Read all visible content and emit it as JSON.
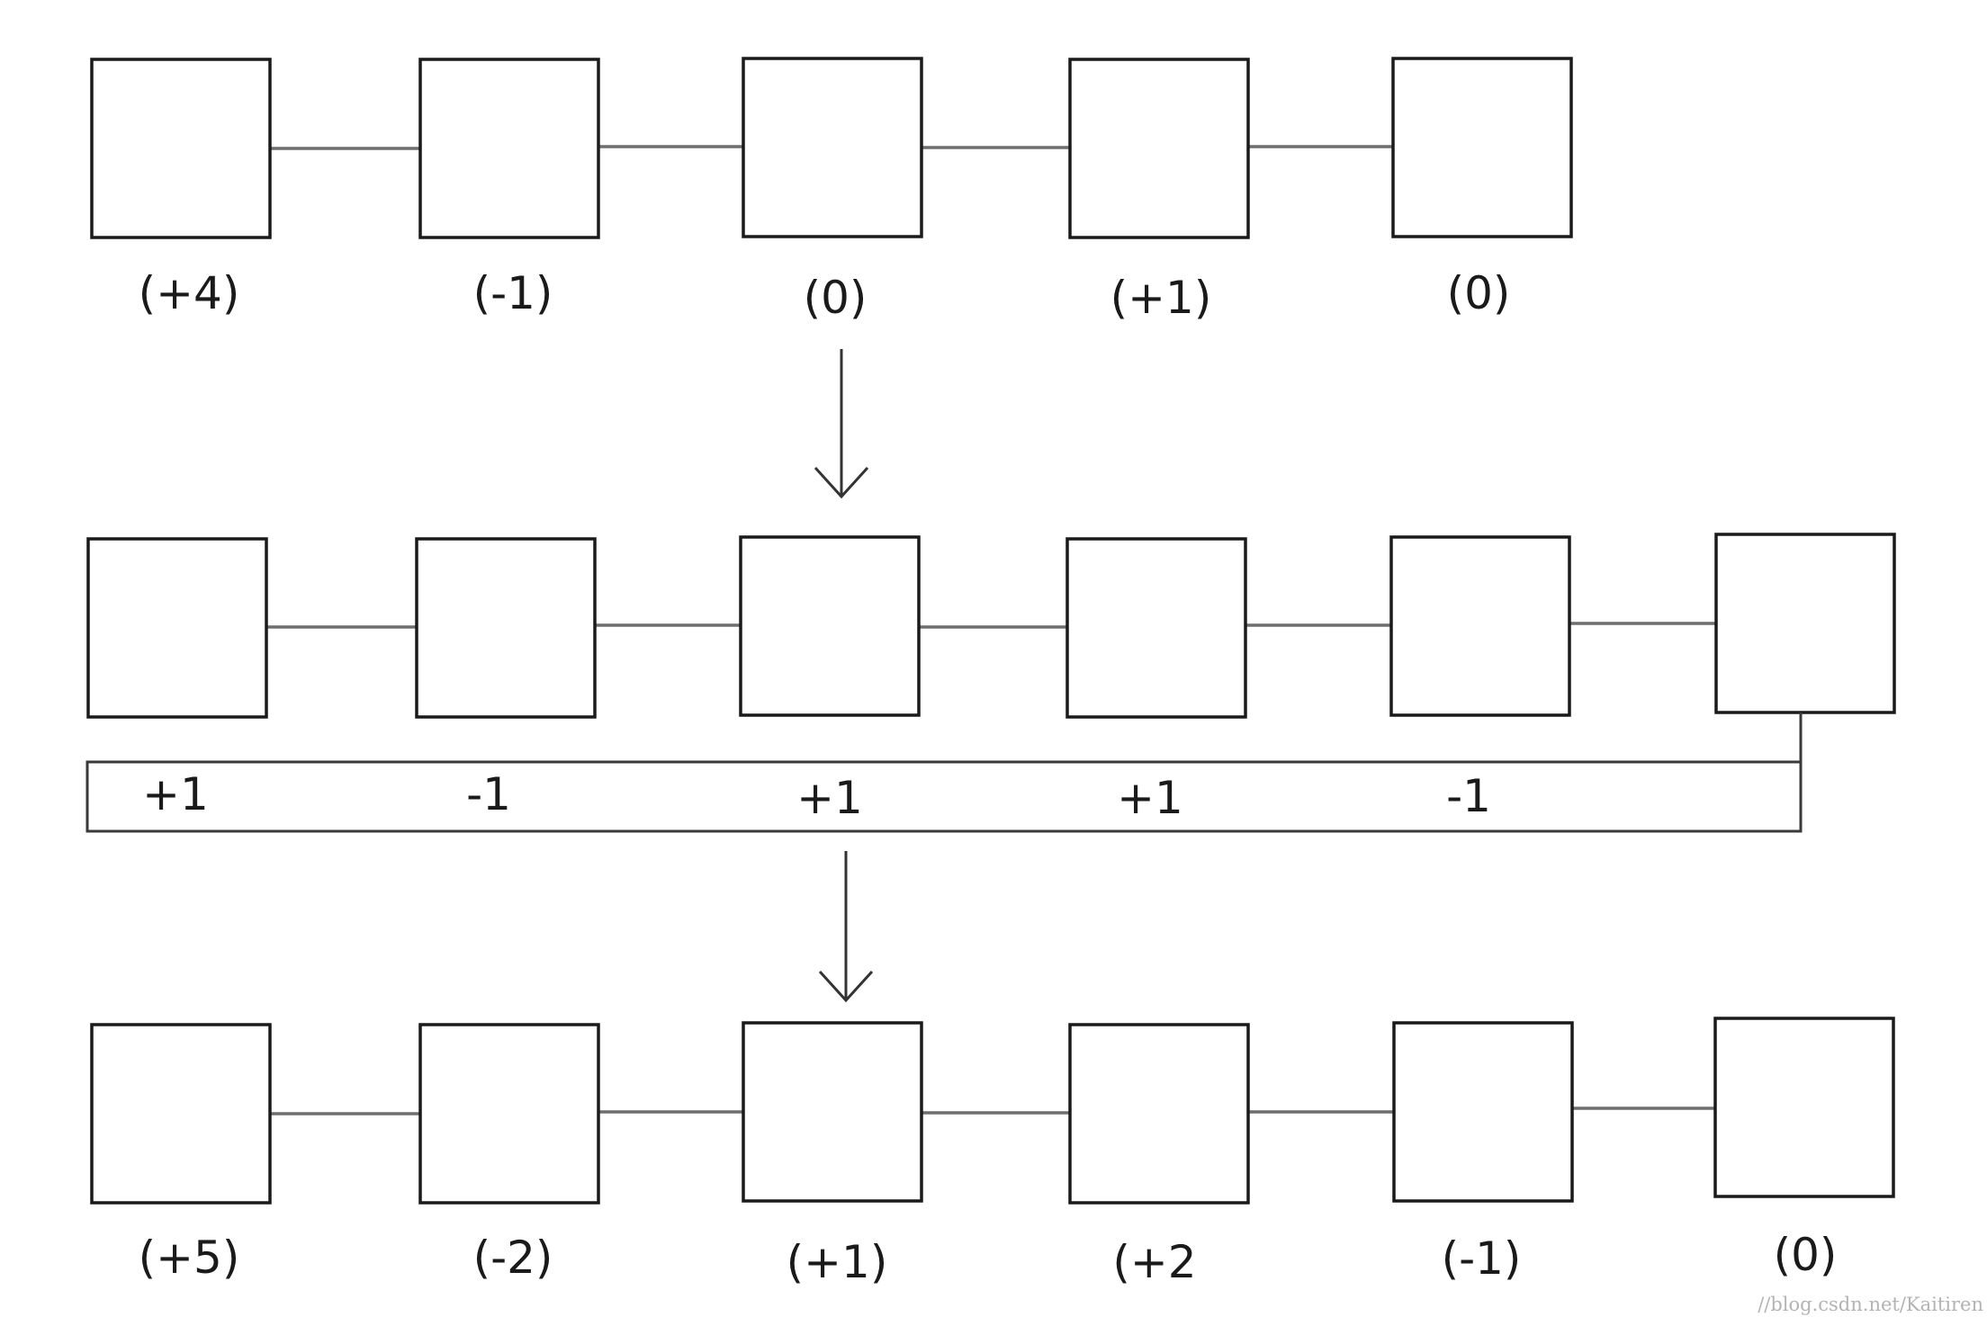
{
  "rows": [
    {
      "id": "top",
      "labels": [
        "(+4)",
        "(-1)",
        "(0)",
        "(+1)",
        "(0)"
      ]
    },
    {
      "id": "middle",
      "labels": []
    },
    {
      "id": "bottom",
      "labels": [
        "(+5)",
        "(-2)",
        "(+1)",
        "(+2",
        "(-1)",
        "(0)"
      ]
    }
  ],
  "diff_bar": {
    "labels": [
      "+1",
      "-1",
      "+1",
      "+1",
      "-1"
    ]
  },
  "watermark": "//blog.csdn.net/Kaitiren"
}
